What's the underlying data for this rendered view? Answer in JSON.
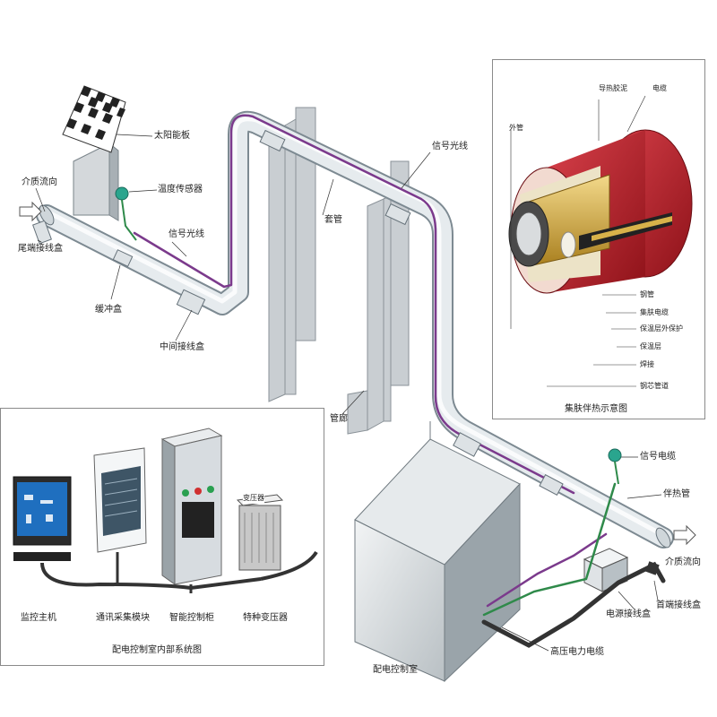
{
  "colors": {
    "pipe_fill": "#e9eef0",
    "pipe_stroke": "#7d8a92",
    "heat_cable": "#7b3a8c",
    "signal_cable": "#2f8a4a",
    "power_cable": "#333333",
    "support_steel": "#c9ced2",
    "monitor_screen": "#1f6fbf",
    "jacket_red": "#b51f2a",
    "insulation_gold": "#d8b24a",
    "watermark": "#2b4fd8"
  },
  "labels": {
    "solar_panel": "太阳能板",
    "temp_sensor": "温度传感器",
    "flow_in": "介质流向",
    "tail_box": "尾端接线盒",
    "signal_fiber_left": "信号光线",
    "buffer": "缓冲盒",
    "middle_box": "中间接线盒",
    "pipe_top": "套管",
    "signal_fiber_top": "信号光线",
    "pipe_mid": "管廊",
    "signal_cable": "信号电缆",
    "heated_pipe": "伴热管",
    "flow_out": "介质流向",
    "power_box": "电源接线盒",
    "head_box": "首端接线盒",
    "hv_cable": "高压电力电缆",
    "control_room": "配电控制室"
  },
  "inset_heat": {
    "title": "集肤伴热示意图",
    "labels": {
      "top_a": "导热胶泥",
      "top_b": "电缆",
      "left": "外管",
      "r1": "钢管",
      "r2": "集肤电缆",
      "r3": "保温层外保护",
      "r4": "保温层",
      "r5": "焊接",
      "r6": "钢芯管道"
    }
  },
  "inset_room": {
    "title": "配电控制室内部系统图",
    "items": [
      "监控主机",
      "通讯采集模块",
      "智能控制柜",
      "特种变压器"
    ],
    "transformer_badge": "变压器"
  }
}
